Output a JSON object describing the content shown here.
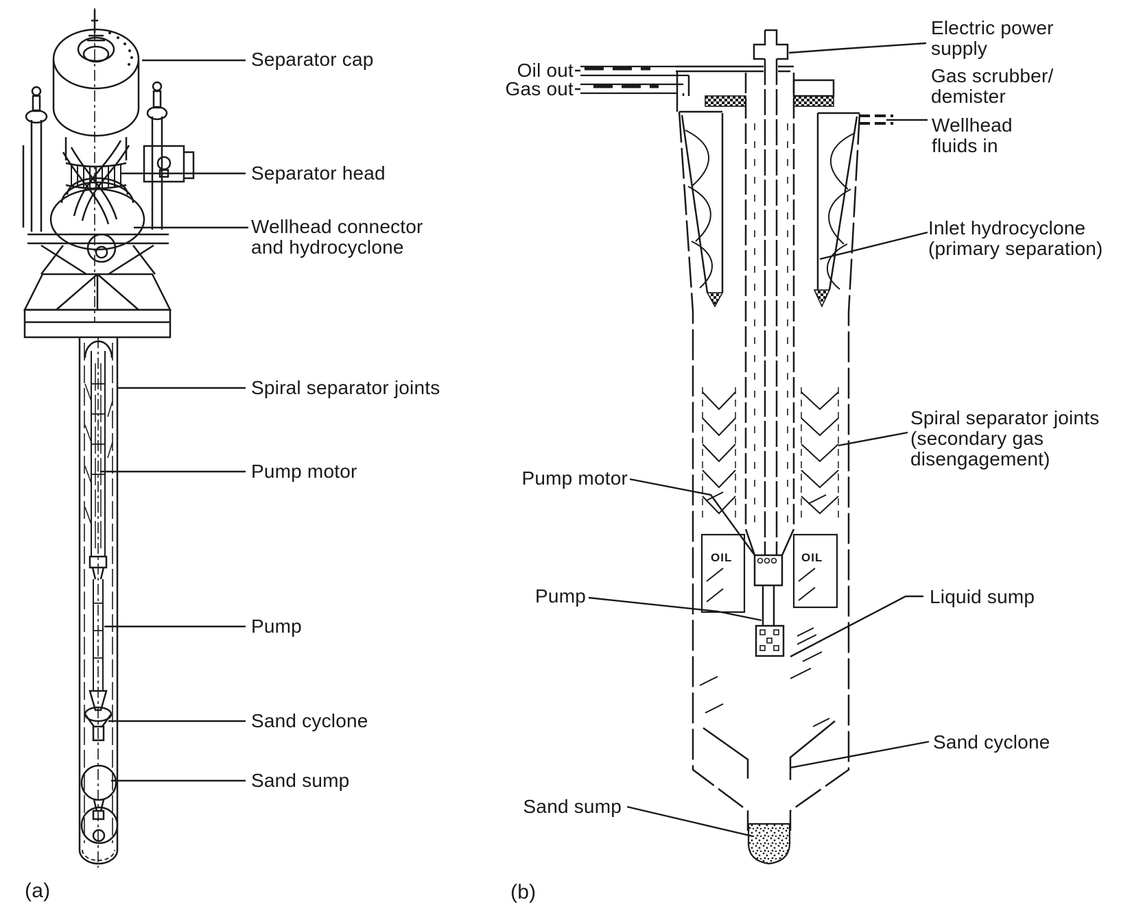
{
  "colors": {
    "ink": "#1a1a1a",
    "paper": "#ffffff"
  },
  "panel_a": {
    "tag": "(a)",
    "labels": {
      "separator_cap": "Separator cap",
      "separator_head": "Separator head",
      "wellhead_connector": "Wellhead connector\nand hydrocyclone",
      "spiral_joints": "Spiral separator joints",
      "pump_motor": "Pump motor",
      "pump": "Pump",
      "sand_cyclone": "Sand cyclone",
      "sand_sump": "Sand sump"
    }
  },
  "panel_b": {
    "tag": "(b)",
    "labels": {
      "electric_power": "Electric power\nsupply",
      "oil_out": "Oil out",
      "gas_out": "Gas out",
      "gas_scrubber": "Gas scrubber/\ndemister",
      "wellhead_fluids": "Wellhead\nfluids in",
      "inlet_hydrocyclone": "Inlet hydrocyclone\n(primary separation)",
      "spiral_joints": "Spiral separator joints\n(secondary gas\ndisengagement)",
      "pump_motor": "Pump motor",
      "pump": "Pump",
      "liquid_sump": "Liquid sump",
      "sand_cyclone": "Sand cyclone",
      "sand_sump": "Sand sump",
      "oil_left": "OIL",
      "oil_right": "OIL"
    }
  }
}
